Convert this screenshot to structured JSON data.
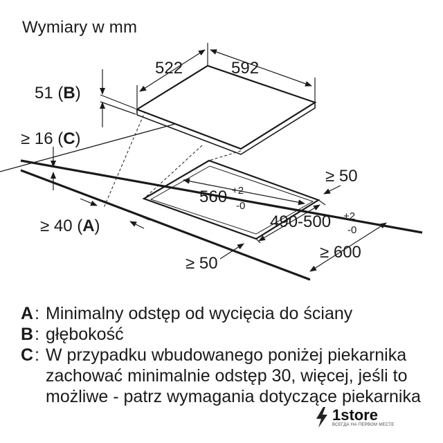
{
  "title": "Wymiary w mm",
  "dimensions": {
    "depth": "522",
    "width": "592",
    "b_value": "51 (",
    "b_key": "B",
    "b_close": ")",
    "c_value": "≥ 16 (",
    "c_key": "C",
    "c_close": ")",
    "a_value": "≥ 40 (",
    "a_key": "A",
    "a_close": ")",
    "cut_width": "560",
    "cut_width_tol_plus": "+2",
    "cut_width_tol_minus": "-0",
    "cut_depth": "490-500",
    "cut_depth_tol_plus": "+2",
    "cut_depth_tol_minus": "-0",
    "right_clearance": "≥ 50",
    "front_clearance": "≥ 50",
    "worktop_depth": "≥ 600"
  },
  "legend": [
    {
      "key": "A",
      "text": "Minimalny odstęp od wycięcia do ściany"
    },
    {
      "key": "B",
      "text": "głębokość"
    },
    {
      "key": "C",
      "text": "W przypadku wbudowanego poniżej piekarnika zachować minimalnie odstęp 30, więcej, jeśli to możliwe - patrz wymagania dotyczące piekarnika"
    }
  ],
  "watermark": {
    "name": "1store",
    "tagline": "ВСЕГДА НА ПЕРВОМ МЕСТЕ",
    "logo_icon": "lightning-bolt-icon"
  },
  "colors": {
    "line": "#1a1a1a",
    "hob_fill": "#ffffff"
  }
}
